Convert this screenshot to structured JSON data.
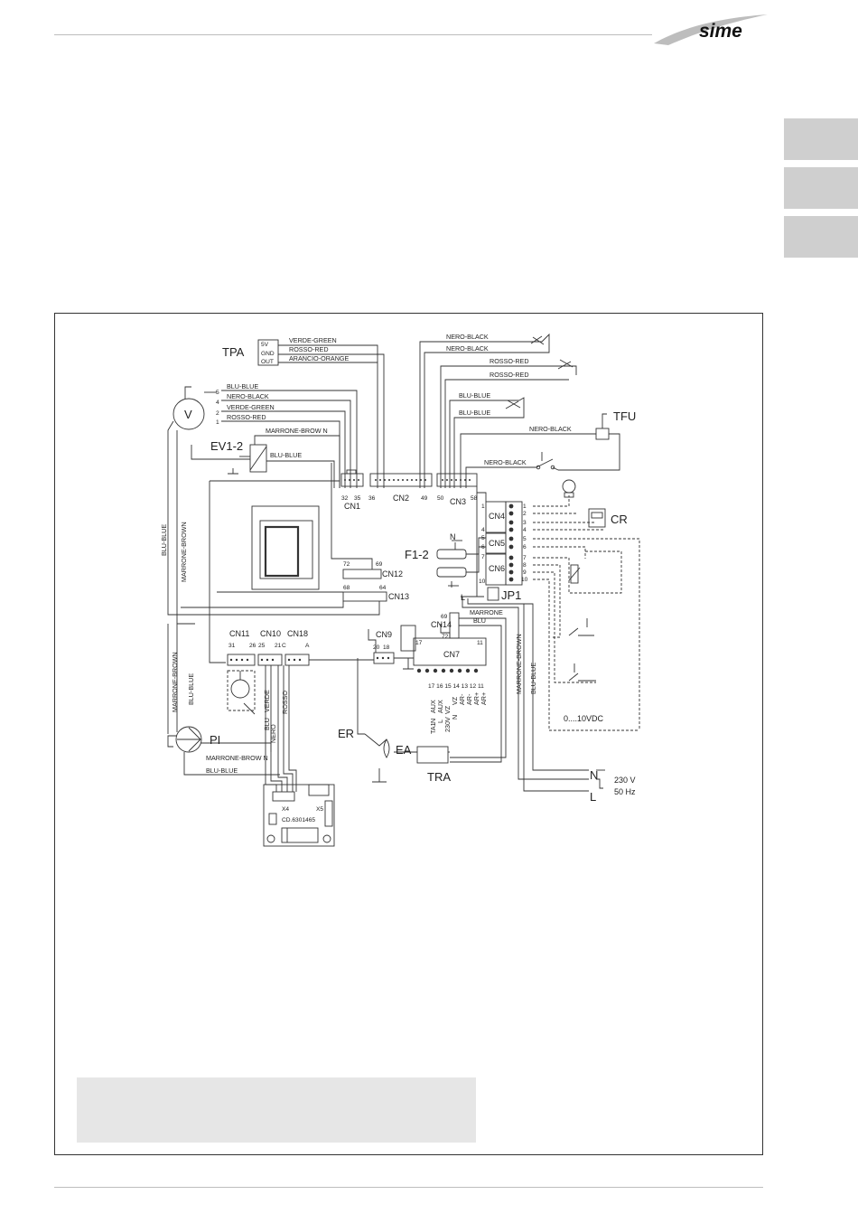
{
  "header": {
    "brand": "sime"
  },
  "diagram": {
    "components": {
      "tpa": "TPA",
      "tpa_pins": [
        "5V",
        "GND",
        "OUT"
      ],
      "fan": "V",
      "fan_pins": [
        "5",
        "4",
        "2",
        "1"
      ],
      "ev": "EV1-2",
      "tfu": "TFU",
      "cr": "CR",
      "fuses": "F1-2",
      "jp1": "JP1",
      "pump": "PI",
      "er": "ER",
      "ea": "EA",
      "tra": "TRA",
      "neutral": "N",
      "live": "L",
      "supply_v": "230 V",
      "supply_hz": "50 Hz",
      "vdc": "0....10VDC",
      "board_code": "CD.6301465",
      "x4": "X4",
      "x5": "X5"
    },
    "connectors": {
      "cn1": "CN1",
      "cn2": "CN2",
      "cn3": "CN3",
      "cn4": "CN4",
      "cn5": "CN5",
      "cn6": "CN6",
      "cn7": "CN7",
      "cn9": "CN9",
      "cn10": "CN10",
      "cn11": "CN11",
      "cn12": "CN12",
      "cn13": "CN13",
      "cn14": "CN14",
      "cn18": "CN18"
    },
    "pins": {
      "p32": "32",
      "p35": "35",
      "p36": "36",
      "p49": "49",
      "p50": "50",
      "p58": "58",
      "p72a": "72",
      "p69a": "69",
      "p68": "68",
      "p64": "64",
      "p31": "31",
      "p26": "26",
      "p25": "25",
      "p21": "21",
      "pc": "C",
      "pa": "A",
      "p20": "20",
      "p18": "18",
      "p17": "17",
      "p11": "11",
      "p69b": "69",
      "p72b": "72",
      "p1": "1",
      "p4": "4",
      "p5": "5",
      "p6": "6",
      "p7": "7",
      "p10": "10",
      "t1": "1",
      "t2": "2",
      "t3": "3",
      "t4": "4",
      "t5": "5",
      "t6": "6",
      "t7": "7",
      "t8": "8",
      "t9": "9",
      "t10": "10",
      "cn7_nums": "17 16 15 14 13 12 11"
    },
    "wires": {
      "verde_green": "VERDE-GREEN",
      "rosso_red": "ROSSO-RED",
      "arancio_orange": "ARANCIO-ORANGE",
      "nero_black": "NERO-BLACK",
      "blu_blue": "BLU-BLUE",
      "marrone_brown": "MARRONE-BROWN",
      "marrone_brow_n": "MARRONE-BROW N",
      "marrone": "MARRONE",
      "blu": "BLU",
      "verde": "VERDE",
      "nero": "NERO",
      "rosso": "ROSSO"
    },
    "cn7_terms": [
      "N",
      "L",
      "AUX",
      "AUX",
      "VZ",
      "VZ",
      "230V",
      "N",
      "AR-",
      "AR-",
      "AR+",
      "AR+",
      "TA1"
    ]
  }
}
